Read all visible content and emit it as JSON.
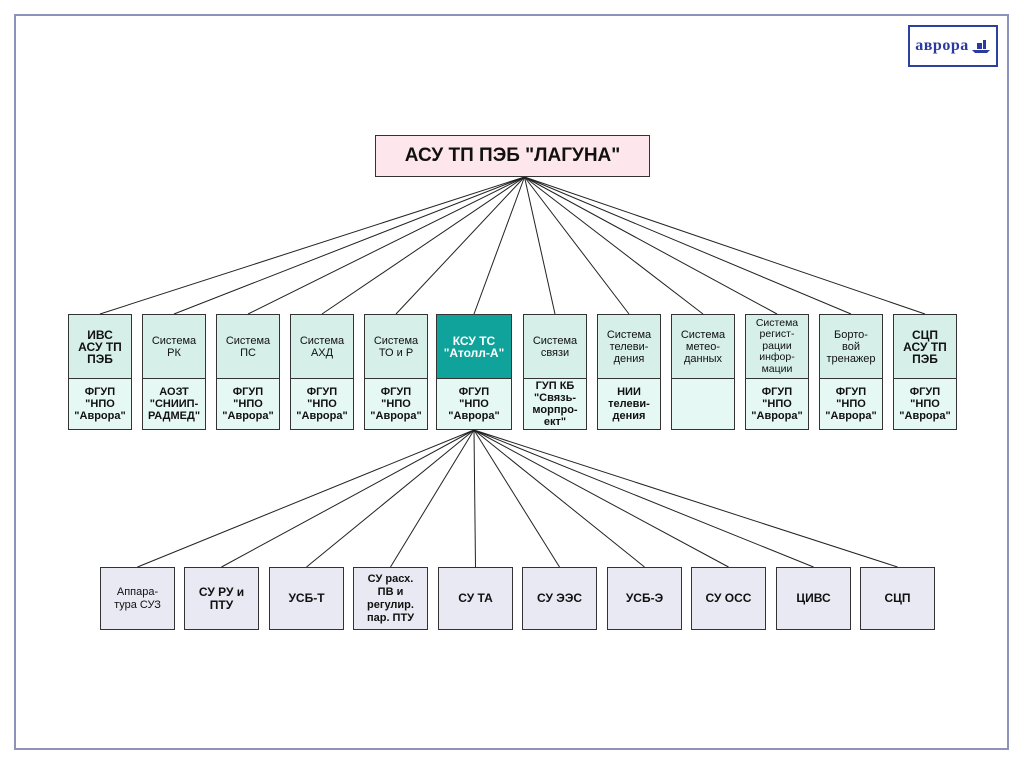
{
  "logo": {
    "text": "аврора"
  },
  "root": {
    "label": "АСУ ТП ПЭБ \"ЛАГУНА\""
  },
  "subsystems": [
    {
      "name": "ИВС\nАСУ ТП\nПЭБ",
      "org": "ФГУП\n\"НПО\n\"Аврора\""
    },
    {
      "name": "Система\nРК",
      "org": "АОЗТ\n\"СНИИП-\nРАДМЕД\""
    },
    {
      "name": "Система\nПС",
      "org": "ФГУП\n\"НПО\n\"Аврора\""
    },
    {
      "name": "Система\nАХД",
      "org": "ФГУП\n\"НПО\n\"Аврора\""
    },
    {
      "name": "Система\nТО и Р",
      "org": "ФГУП\n\"НПО\n\"Аврора\""
    },
    {
      "name": "КСУ ТС\n\"Атолл-А\"",
      "org": "ФГУП\n\"НПО\n\"Аврора\""
    },
    {
      "name": "Система\nсвязи",
      "org": "ГУП КБ\n\"Связь-\nморпро-\nект\""
    },
    {
      "name": "Система\nтелеви-\nдения",
      "org": "НИИ\nтелеви-\nдения"
    },
    {
      "name": "Система\nметео-\nданных",
      "org": ""
    },
    {
      "name": "Система\nрегист-\nрации\nинфор-\nмации",
      "org": "ФГУП\n\"НПО\n\"Аврора\""
    },
    {
      "name": "Борто-\nвой\nтренажер",
      "org": "ФГУП\n\"НПО\n\"Аврора\""
    },
    {
      "name": "СЦП\nАСУ ТП\nПЭБ",
      "org": "ФГУП\n\"НПО\n\"Аврора\""
    }
  ],
  "leaves": [
    {
      "label": "Аппара-\nтура СУЗ"
    },
    {
      "label": "СУ РУ и\nПТУ"
    },
    {
      "label": "УСБ-Т"
    },
    {
      "label": "СУ расх.\nПВ и\nрегулир.\nпар. ПТУ"
    },
    {
      "label": "СУ ТА"
    },
    {
      "label": "СУ ЭЭС"
    },
    {
      "label": "УСБ-Э"
    },
    {
      "label": "СУ ОСС"
    },
    {
      "label": "ЦИВС"
    },
    {
      "label": "СЦП"
    }
  ],
  "colors": {
    "root_fill": "#fde6ec",
    "card_fill": "#e6f8f3",
    "highlight": "#0fa39b",
    "leaf_fill": "#e8e9f3",
    "frame": "#8c92b8"
  }
}
